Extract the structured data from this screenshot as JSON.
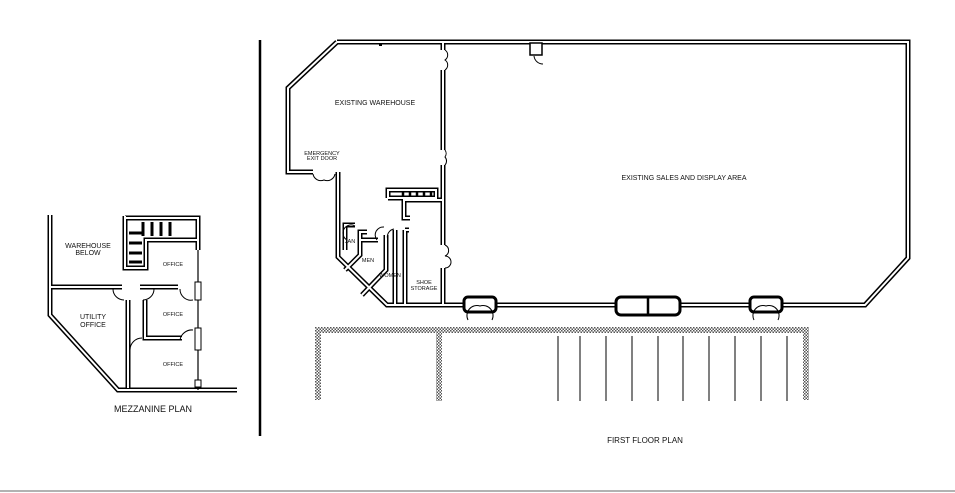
{
  "mezzanine": {
    "title": "MEZZANINE PLAN",
    "rooms": {
      "warehouse_below": [
        "WAREHOUSE",
        "BELOW"
      ],
      "utility_office": [
        "UTILITY",
        "OFFICE"
      ],
      "office_1": "OFFICE",
      "office_2": "OFFICE",
      "office_3": "OFFICE"
    }
  },
  "first_floor": {
    "title": "FIRST FLOOR PLAN",
    "rooms": {
      "existing_warehouse": "EXISTING WAREHOUSE",
      "sales_area": "EXISTING SALES AND DISPLAY AREA",
      "emergency_exit": [
        "EMERGENCY",
        "EXIT DOOR"
      ],
      "jan": "JAN",
      "men": "MEN",
      "women": "WOMEN",
      "shoe_storage": [
        "SHOE",
        "STORAGE"
      ]
    }
  }
}
